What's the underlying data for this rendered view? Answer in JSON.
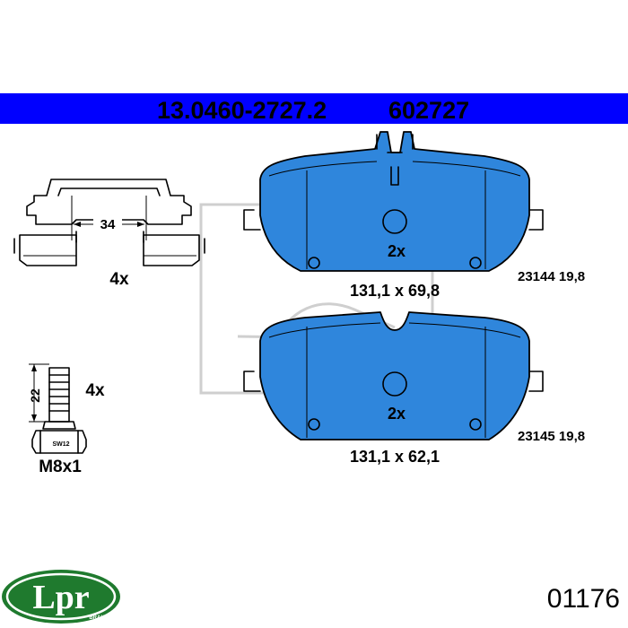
{
  "header": {
    "part_number": "13.0460-2727.2",
    "alt_number": "602727",
    "band_color": "#0000ff"
  },
  "clip": {
    "dimension": "34",
    "quantity": "4x"
  },
  "bolt": {
    "length": "22",
    "quantity": "4x",
    "head_mark": "SW12",
    "thread": "M8x1"
  },
  "pad_upper": {
    "quantity": "2x",
    "dimensions": "131,1 x 69,8",
    "wva": "23144 19,8"
  },
  "pad_lower": {
    "quantity": "2x",
    "dimensions": "131,1 x 62,1",
    "wva": "23145 19,8"
  },
  "logo": {
    "brand": "Lpr",
    "sub": "BRAKES",
    "color": "#1f7a2e"
  },
  "catalog_code": "01176",
  "colors": {
    "pad_fill": "#2f86dc"
  }
}
